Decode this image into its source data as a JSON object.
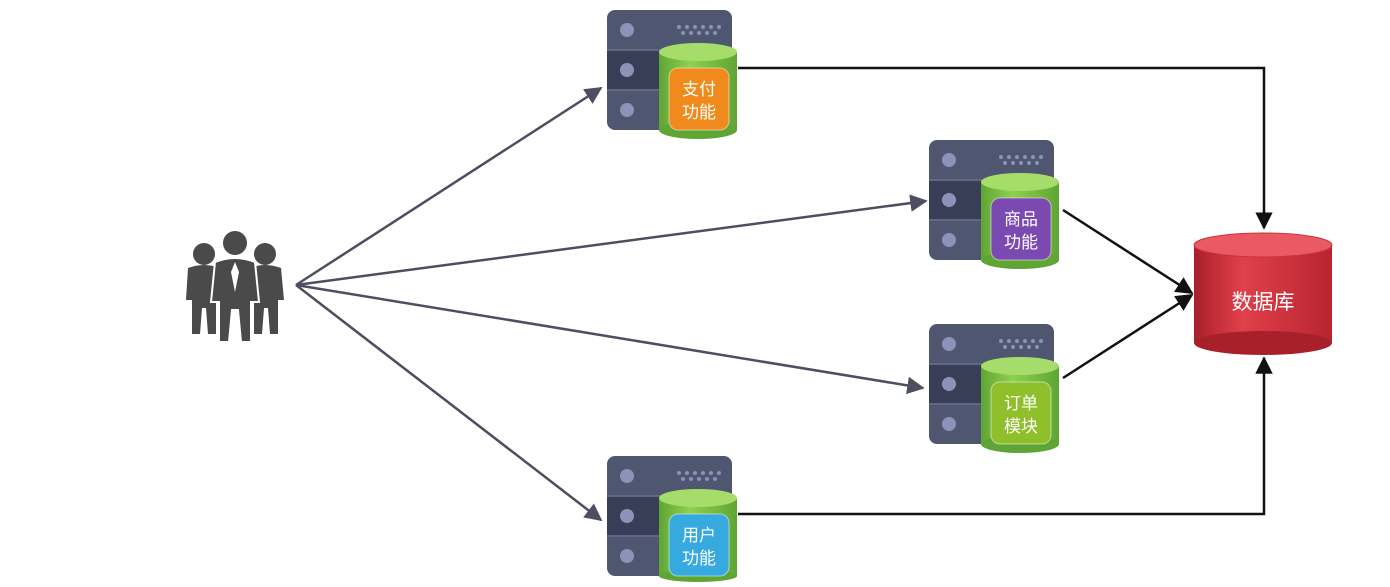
{
  "diagram": {
    "users_icon": "users-group-icon",
    "services": [
      {
        "id": "pay",
        "line1": "支付",
        "line2": "功能",
        "color": "#f08a1d"
      },
      {
        "id": "product",
        "line1": "商品",
        "line2": "功能",
        "color": "#7b4ab0"
      },
      {
        "id": "order",
        "line1": "订单",
        "line2": "模块",
        "color": "#8fbf2a"
      },
      {
        "id": "user",
        "line1": "用户",
        "line2": "功能",
        "color": "#36a9df"
      }
    ],
    "database": {
      "label": "数据库",
      "color": "#d2303a"
    },
    "colors": {
      "server_body": "#4f5670",
      "server_slot_dark": "#383e55",
      "disk_green": "#7bc043",
      "user_arrow": "#4c4f60",
      "db_arrow": "#111111",
      "people": "#4a4a4a"
    }
  }
}
